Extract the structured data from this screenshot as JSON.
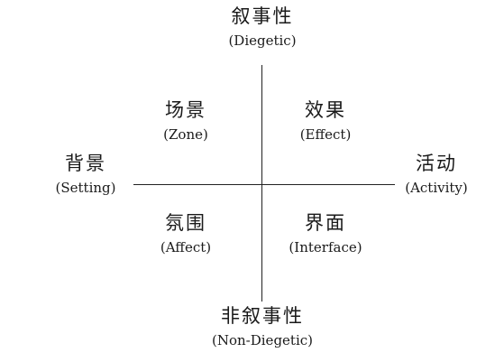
{
  "axes": {
    "top": {
      "zh": "叙事性",
      "en": "(Diegetic)"
    },
    "bottom": {
      "zh": "非叙事性",
      "en": "(Non-Diegetic)"
    },
    "left": {
      "zh": "背景",
      "en": "(Setting)"
    },
    "right": {
      "zh": "活动",
      "en": "(Activity)"
    }
  },
  "quadrants": {
    "top_left": {
      "zh": "场景",
      "en": "(Zone)"
    },
    "top_right": {
      "zh": "效果",
      "en": "(Effect)"
    },
    "bottom_left": {
      "zh": "氛围",
      "en": "(Affect)"
    },
    "bottom_right": {
      "zh": "界面",
      "en": "(Interface)"
    }
  },
  "colors": {
    "line": "#222222",
    "text": "#1a1a1a",
    "background": "#ffffff"
  }
}
